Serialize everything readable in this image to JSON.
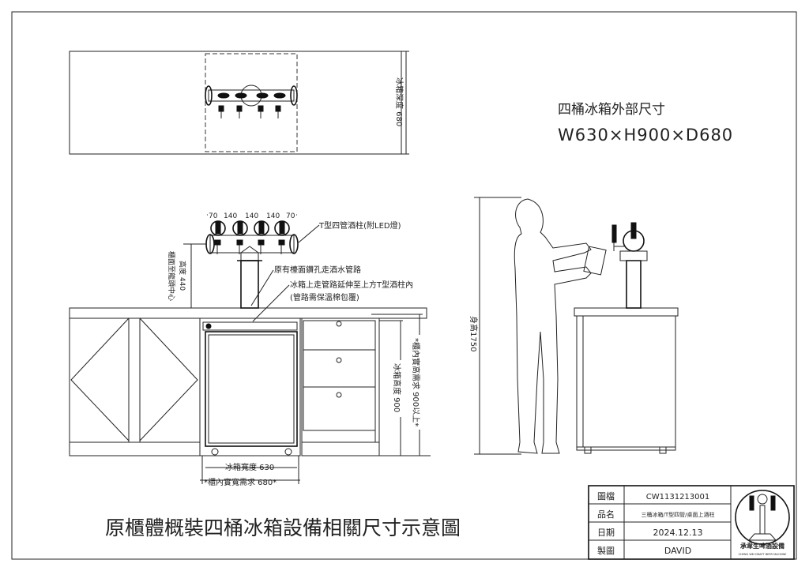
{
  "top_view": {
    "depth_label": "冰箱深度 680"
  },
  "spec": {
    "title": "四桶冰箱外部尺寸",
    "dimensions": "W630×H900×D680"
  },
  "front_view": {
    "tap_spacing": [
      "70",
      "140",
      "140",
      "140",
      "70"
    ],
    "tower_label": "T型四管酒柱(附LED燈)",
    "tap_height_label_1": "櫃面至龍頭中心",
    "tap_height_label_2": "高度 440",
    "note_drill": "原有檯面鑽孔走酒水管路",
    "note_pipe_1": "冰箱上走管路延伸至上方T型酒柱內",
    "note_pipe_2": "(管路需保溫棉包覆)",
    "fridge_height": "冰箱高度 900",
    "cabinet_height": "*櫃內實高需求 900以上*",
    "fridge_width": "冰箱寬度 630",
    "cabinet_width": "*櫃內實寬需求 680*"
  },
  "side_view": {
    "person_height": "身高1750"
  },
  "drawing_title": "原櫃體概裝四桶冰箱設備相關尺寸示意圖",
  "title_block": {
    "rows": [
      {
        "label": "圖檔",
        "value": "CW1131213001"
      },
      {
        "label": "品名",
        "value": "三桶冰箱/T型四管/桌面上酒柱"
      },
      {
        "label": "日期",
        "value": "2024.12.13"
      },
      {
        "label": "製圖",
        "value": "DAVID"
      }
    ],
    "logo_text": "承韋生啤酒設備",
    "logo_subtext": "CHENG WEI DRAFT BEER MACHINE"
  }
}
